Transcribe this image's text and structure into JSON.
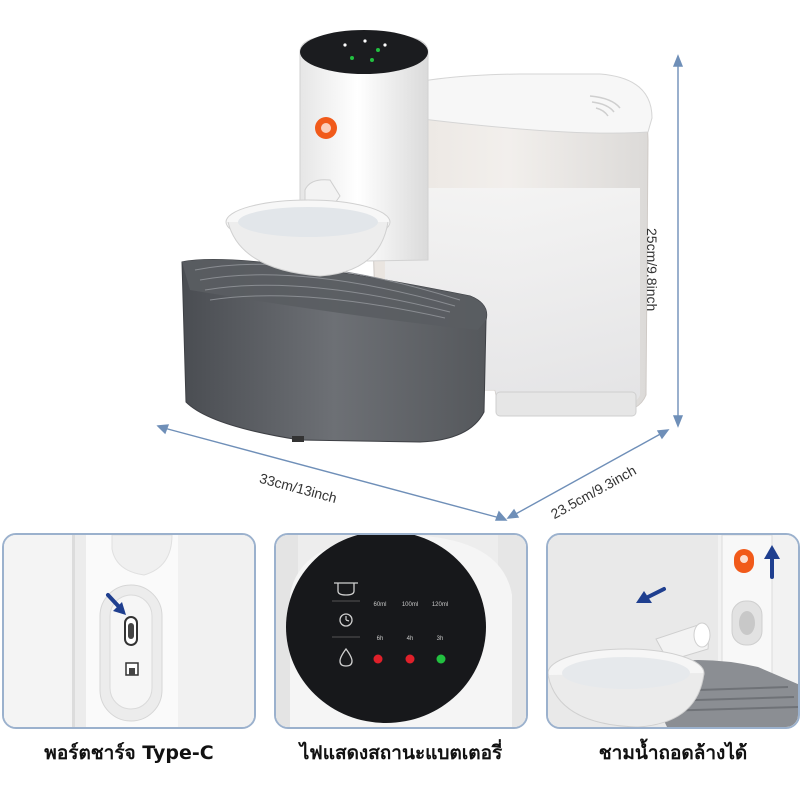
{
  "dimensions": {
    "width_label": "33cm/13inch",
    "depth_label": "23.5cm/9.3inch",
    "height_label": "25cm/9.8inch"
  },
  "display": {
    "portions": [
      "60ml",
      "100ml",
      "120ml"
    ],
    "timers": [
      "6h",
      "4h",
      "3h"
    ]
  },
  "features": [
    {
      "caption": "พอร์ตชาร์จ Type-C"
    },
    {
      "caption": "ไฟแสดงสถานะแบตเตอรี่"
    },
    {
      "caption": "ชามน้ำถอดล้างได้"
    }
  ],
  "colors": {
    "arrow": "#1f3f8f",
    "frame": "#9bb1cd",
    "indicator_red": "#e0202a",
    "indicator_green": "#22c040",
    "accent_orange": "#f15a1a"
  }
}
